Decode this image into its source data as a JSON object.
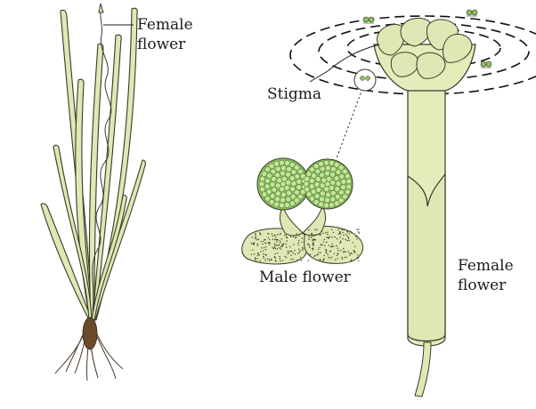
{
  "labels": {
    "female_flower_plant_line1": "Female",
    "female_flower_plant_line2": "flower",
    "stigma": "Stigma",
    "male_flower": "Male flower",
    "female_flower_right_line1": "Female",
    "female_flower_right_line2": "flower"
  },
  "colors": {
    "leaf_fill": "#dfe8b4",
    "leaf_stroke": "#3a3a2a",
    "stalk_fill": "#e4edba",
    "pollen_green": "#8cbf5e",
    "pollen_dark": "#4f8a36",
    "pollen_sac_fill": "#dfe8b4",
    "root_color": "#4a3b2a"
  }
}
